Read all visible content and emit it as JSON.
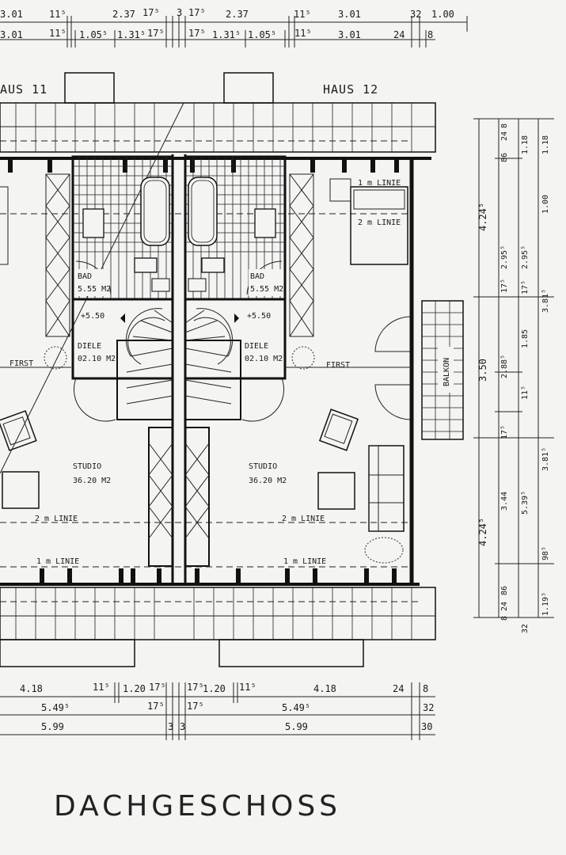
{
  "title": "DACHGESCHOSS",
  "houses": {
    "left": "AUS 11",
    "right": "HAUS 12"
  },
  "rooms": {
    "bad_left": {
      "name": "BAD",
      "area": "5.55 M2"
    },
    "bad_right": {
      "name": "BAD",
      "area": "5.55 M2"
    },
    "diele_left": {
      "name": "DIELE",
      "area": "02.10 M2",
      "level": "+5.50"
    },
    "diele_right": {
      "name": "DIELE",
      "area": "02.10 M2",
      "level": "+5.50"
    },
    "studio_left": {
      "name": "STUDIO",
      "area": "36.20 M2"
    },
    "studio_right": {
      "name": "STUDIO",
      "area": "36.20 M2"
    }
  },
  "labels": {
    "first_left": "FIRST",
    "first_right": "FIRST",
    "balkon": "BALKON",
    "linie1_top_right": "1 m LINIE",
    "linie2_top_right": "2 m LINIE",
    "linie2_bottom_left": "2 m LINIE",
    "linie1_bottom_left": "1 m LINIE",
    "linie2_bottom_right": "2 m LINIE",
    "linie1_bottom_right": "1 m LINIE"
  },
  "dims_top": {
    "row1": [
      "3.01",
      "11⁵",
      "2.37",
      "17⁵",
      "3",
      "17⁵",
      "2.37",
      "11⁵",
      "3.01",
      "32",
      "1.00"
    ],
    "row2": [
      "3.01",
      "11⁵",
      "1.05⁵",
      "1.31⁵",
      "17⁵",
      "17⁵",
      "1.31⁵",
      "1.05⁵",
      "11⁵",
      "3.01",
      "24",
      "8"
    ]
  },
  "dims_bottom": {
    "row1": [
      "4.18",
      "11⁵",
      "1.20",
      "17⁵",
      "17⁵",
      "1.20",
      "11⁵",
      "4.18",
      "24",
      "8"
    ],
    "row2": [
      "5.49⁵",
      "17⁵",
      "17⁵",
      "5.49⁵",
      "32"
    ],
    "row3": [
      "5.99",
      "3",
      "3",
      "5.99",
      "30"
    ]
  },
  "dims_right": {
    "col1": [
      "4.24⁵",
      "3.50",
      "4.24⁵"
    ],
    "col2": [
      "86",
      "24",
      "8",
      "2.95⁵",
      "17⁵",
      "2.88⁵",
      "17⁵",
      "3.44",
      "86",
      "24",
      "8"
    ],
    "col3": [
      "1.18",
      "2.95⁵",
      "17⁵",
      "1.85",
      "11⁵",
      "5.39⁵",
      "32"
    ],
    "col4": [
      "1.18",
      "1.00",
      "3.81⁵",
      "3.81⁵",
      "98⁵",
      "1.19⁵"
    ]
  }
}
